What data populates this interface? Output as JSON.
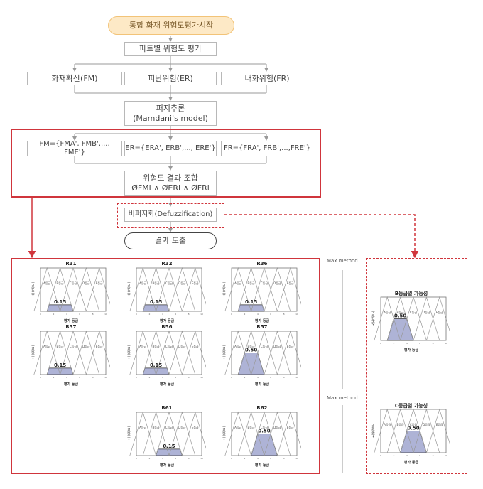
{
  "flow": {
    "start": "통합 화재 위험도평가시작",
    "part_eval": "파트별 위험도 평가",
    "fm": "화재확산(FM)",
    "er": "피난위험(ER)",
    "fr": "내화위험(FR)",
    "fuzzy": "퍼지추론",
    "fuzzy_sub": "(Mamdani's model)",
    "fm_set": "FM={FMA', FMB',..., FME'}",
    "er_set": "ER={ERA', ERB',..., ERE'}",
    "fr_set": "FR={FRA', FRB',...,FRE'}",
    "combine": "위험도 결과 조합",
    "combine_formula": "ØFMi ∧ ØERi ∧ ØFRi",
    "defuzz": "비퍼지화(Defuzzification)",
    "result": "결과 도출",
    "max_method_1": "Max method",
    "max_method_2": "Max method"
  },
  "chart_data": {
    "type": "area",
    "y_axis_label": "소속정도",
    "x_axis_label": "평가 등급",
    "grade_labels": [
      "A등급",
      "B등급",
      "C등급",
      "D등급",
      "E등급"
    ],
    "xlim": [
      0,
      10
    ],
    "ylim": [
      0,
      1
    ],
    "panels": [
      {
        "title": "R31",
        "value": 0.15,
        "fill_range": [
          1,
          5
        ]
      },
      {
        "title": "R32",
        "value": 0.15,
        "fill_range": [
          1,
          5
        ]
      },
      {
        "title": "R36",
        "value": 0.15,
        "fill_range": [
          1,
          5
        ]
      },
      {
        "title": "R37",
        "value": 0.15,
        "fill_range": [
          1,
          5
        ]
      },
      {
        "title": "R56",
        "value": 0.15,
        "fill_range": [
          1,
          5
        ]
      },
      {
        "title": "R57",
        "value": 0.5,
        "fill_range": [
          1,
          5
        ]
      },
      {
        "title": "R61",
        "value": 0.15,
        "fill_range": [
          3,
          7
        ]
      },
      {
        "title": "R62",
        "value": 0.5,
        "fill_range": [
          3,
          7
        ]
      },
      {
        "title": "B등급일 가능성",
        "value": 0.5,
        "fill_range": [
          1,
          5
        ]
      },
      {
        "title": "C등급일 가능성",
        "value": 0.5,
        "fill_range": [
          3,
          7
        ]
      }
    ]
  }
}
